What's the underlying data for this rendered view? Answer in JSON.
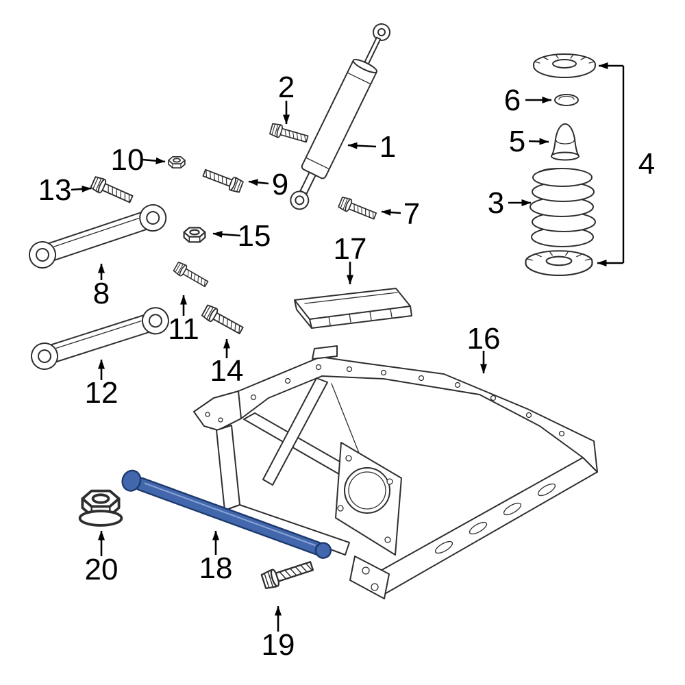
{
  "diagram": {
    "background": "#ffffff",
    "line_color": "#2e2e2e",
    "label_color": "#000000",
    "highlight_fill": "#4267ac",
    "highlight_stroke": "#1d3a6e",
    "labels": [
      "1",
      "2",
      "3",
      "4",
      "5",
      "6",
      "7",
      "8",
      "9",
      "10",
      "11",
      "12",
      "13",
      "14",
      "15",
      "16",
      "17",
      "18",
      "19",
      "20"
    ]
  }
}
